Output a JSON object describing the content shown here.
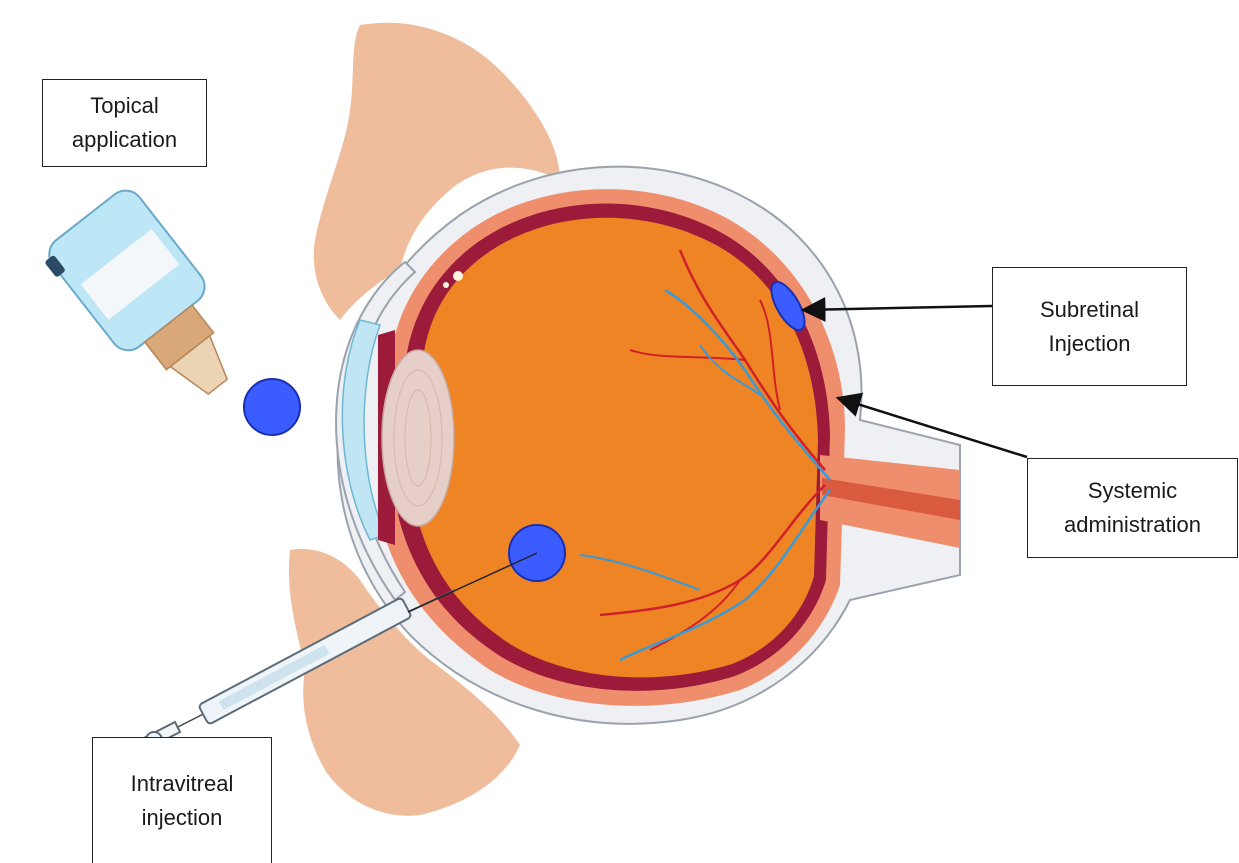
{
  "labels": {
    "topical": [
      "Topical",
      "application"
    ],
    "subretinal": [
      "Subretinal",
      "Injection"
    ],
    "systemic": [
      "Systemic",
      "administration"
    ],
    "intravitreal": [
      "Intravitreal",
      "injection"
    ]
  },
  "colors": {
    "background": "#ffffff",
    "skin": "#efbd9c",
    "sclera": "#eef0f3",
    "sclera_outline": "#9aa3ad",
    "choroid": "#9c1a3a",
    "retina_band": "#ef8e6c",
    "vitreous": "#ee8424",
    "lens": "#e6cfc8",
    "cornea": "#bfe6f2",
    "artery": "#d0202a",
    "vein": "#3a9ad6",
    "drug_dot": "#3b5cff",
    "drug_dot_outline": "#1a2fb0",
    "arrow": "#111111"
  },
  "icons": {
    "bottle": "eye-drop-bottle-icon",
    "syringe": "syringe-icon"
  }
}
